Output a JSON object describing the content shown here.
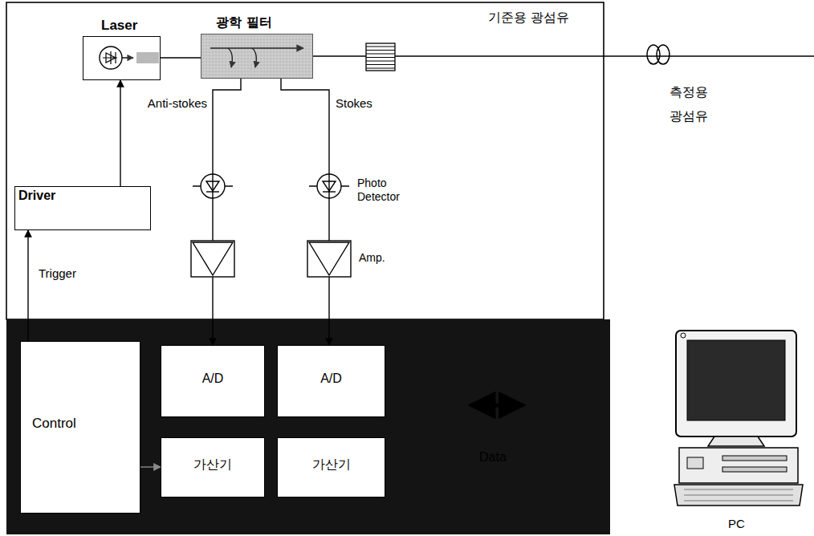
{
  "diagram": {
    "nodes": [
      {
        "text": [
          "Laser"
        ]
      },
      {
        "text": [
          "광학 필터"
        ]
      },
      {
        "text": [
          "Driver"
        ]
      },
      {
        "text": [
          "Control"
        ]
      },
      {
        "text": [
          "A/D"
        ]
      },
      {
        "text": [
          "A/D"
        ]
      },
      {
        "text": [
          "가산기"
        ]
      },
      {
        "text": [
          "가산기"
        ]
      },
      {
        "text": [
          "PC"
        ]
      }
    ],
    "edges": [
      {
        "from": 0,
        "to": 1,
        "arrow": "none"
      },
      {
        "from": 2,
        "to": 0,
        "arrow": "to"
      },
      {
        "from": 3,
        "to": 2,
        "label": "Trigger",
        "arrow": "to"
      },
      {
        "from": 1,
        "to": 4,
        "label": "Anti-stokes",
        "arrow": "to"
      },
      {
        "from": 1,
        "to": 5,
        "label": "Stokes",
        "arrow": "to"
      },
      {
        "from": 3,
        "to": 6,
        "arrow": "to"
      }
    ],
    "labels": [
      "기준용 광섬유",
      "측정용 광섬유",
      "Photo Detector",
      "Amp.",
      "Data"
    ]
  }
}
